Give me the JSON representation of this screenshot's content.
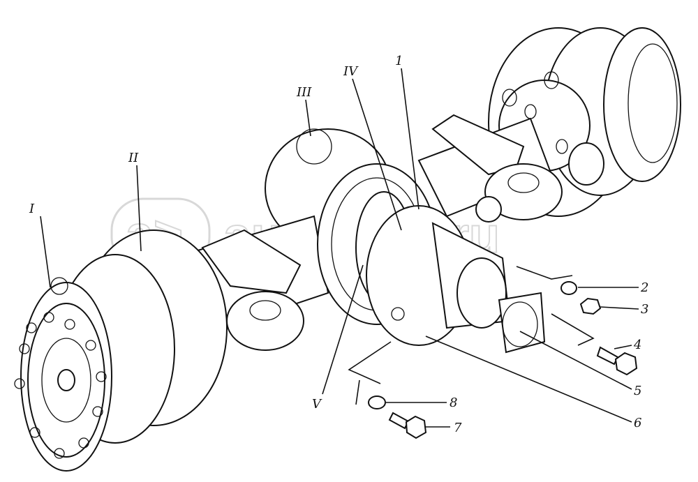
{
  "title": "Drive axle assembly exploded view",
  "watermark": {
    "logo": "a>",
    "text": "autopiter.ru"
  },
  "callouts": {
    "I": "I",
    "II": "II",
    "III": "III",
    "IV": "IV",
    "V": "V",
    "n1": "1",
    "n2": "2",
    "n3": "3",
    "n4": "4",
    "n5": "5",
    "n6": "6",
    "n7": "7",
    "n8": "8"
  }
}
